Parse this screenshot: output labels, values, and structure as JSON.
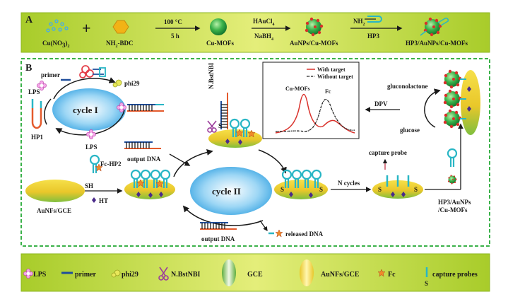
{
  "panel_a": {
    "letter": "A",
    "reagent_cu": "Cu(NO",
    "reagent_cu_sub": "3",
    "reagent_cu_tail": ")",
    "reagent_cu_sub2": "2",
    "plus": "+",
    "reagent_bdc": "NH",
    "reagent_bdc_sub": "2",
    "reagent_bdc_tail": "-BDC",
    "cond_temp": "100 °C",
    "cond_time": "5 h",
    "product_mof": "Cu-MOFs",
    "cond_hau": "HAuCl",
    "cond_hau_sub": "4",
    "cond_nabh": "NaBH",
    "cond_nabh_sub": "4",
    "product_aunp": "AuNPs/Cu-MOFs",
    "cond_nh2": "NH",
    "cond_nh2_sub": "2",
    "cond_hp3": "HP3",
    "product_final": "HP3/AuNPs/Cu-MOFs"
  },
  "panel_b": {
    "letter": "B",
    "primer": "primer",
    "phi29": "phi29",
    "lps_top": "LPS",
    "lps_bottom": "LPS",
    "cycle1": "cycle I",
    "hp1": "HP1",
    "output_dna_1": "output DNA",
    "nbstnbi": "N.BstNBI",
    "fc_hp2": "Fc-HP2",
    "sh": "SH",
    "ht": "HT",
    "electrode": "AuNFs/GCE",
    "cycle2": "cycle II",
    "output_dna_2": "output DNA",
    "released_dna": "released DNA",
    "n_cycles": "N cycles",
    "capture_probe": "capture probe",
    "hp3_complex_l1": "HP3/AuNPs",
    "hp3_complex_l2": "/Cu-MOFs",
    "gluconolactone": "gluconolactone",
    "glucose": "glucose",
    "dpv": "DPV",
    "s": "S"
  },
  "inset": {
    "legend_with": "With target",
    "legend_without": "Without target",
    "peak_mof": "Cu-MOFs",
    "peak_fc": "Fc"
  },
  "legend_bar": {
    "lps": "LPS",
    "primer": "primer",
    "phi29": "phi29",
    "nbstnbi": "N.BstNBI",
    "gce": "GCE",
    "aunfs": "AuNFs/GCE",
    "fc": "Fc",
    "capture": "capture probes",
    "capture_s": "S"
  },
  "colors": {
    "bar_green": "#b5d334",
    "border_green": "#3bb24a",
    "cycle_blue": "#39a9e8",
    "electrode_yellow": "#f1d52b",
    "electrode_green": "#7bc143",
    "with_target": "#d9302a",
    "without_target": "#1a1a1a",
    "hairpin_teal": "#29b6c5",
    "scissors_purple": "#9b3c9b"
  }
}
